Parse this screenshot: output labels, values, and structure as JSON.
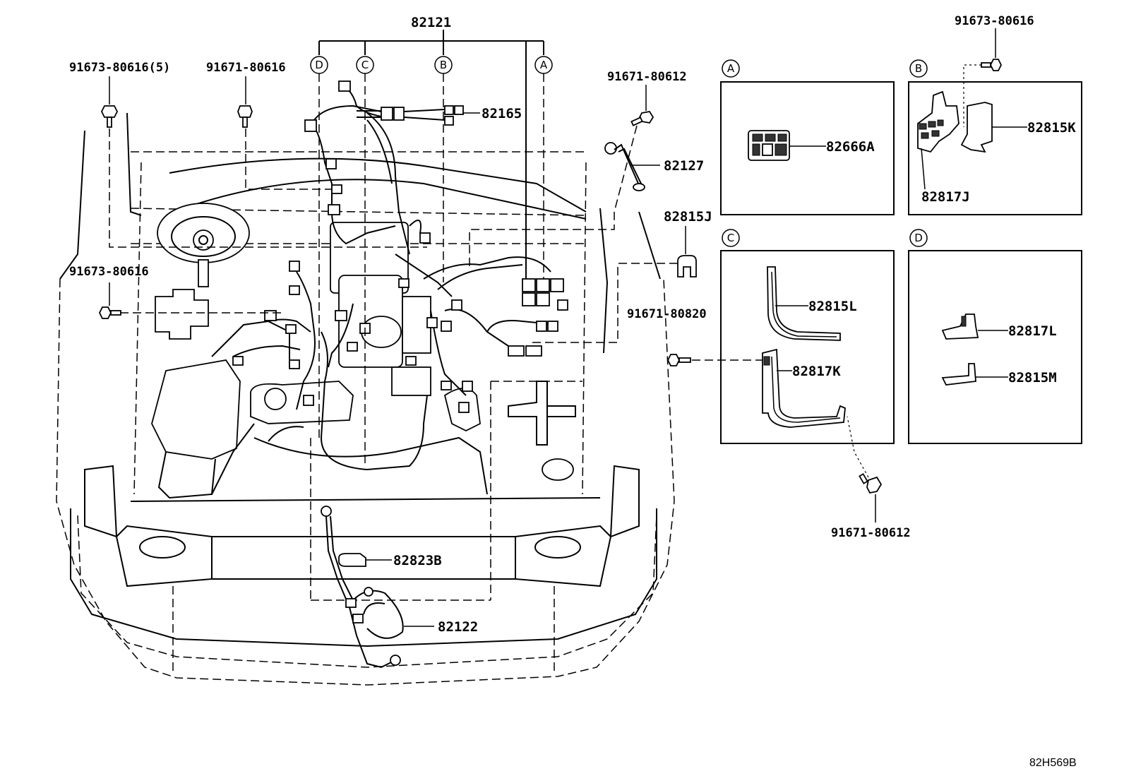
{
  "diagram": {
    "callouts": {
      "p82121": "82121",
      "p82165": "82165",
      "p82127": "82127",
      "p82815J": "82815J",
      "p82823B": "82823B",
      "p82122": "82122",
      "b91673_80616_5": "91673-80616(5)",
      "b91671_80616": "91671-80616",
      "b91673_80616_left": "91673-80616",
      "b91671_80612_top": "91671-80612",
      "b91671_80820": "91671-80820",
      "b91673_80616_right": "91673-80616",
      "b91671_80612_bottom": "91671-80612"
    },
    "branches": {
      "D": "D",
      "C": "C",
      "B": "B",
      "A": "A"
    },
    "detail_boxes": {
      "A": {
        "tag": "A",
        "parts": [
          "82666A"
        ]
      },
      "B": {
        "tag": "B",
        "parts": [
          "82815K",
          "82817J"
        ]
      },
      "C": {
        "tag": "C",
        "parts": [
          "82815L",
          "82817K"
        ]
      },
      "D": {
        "tag": "D",
        "parts": [
          "82817L",
          "82815M"
        ]
      }
    },
    "illustration_code": "82H569B"
  }
}
